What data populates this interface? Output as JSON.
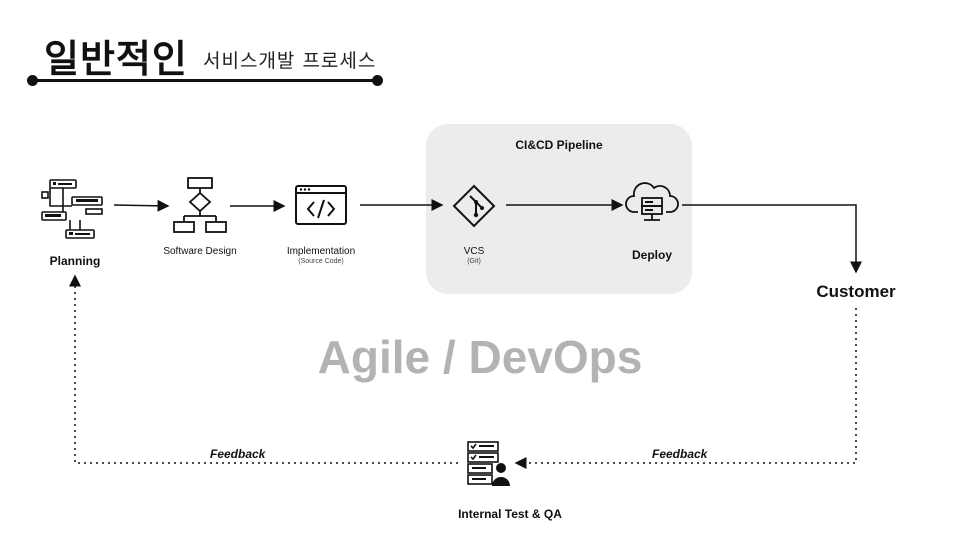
{
  "header": {
    "title": "일반적인",
    "subtitle": "서비스개발 프로세스"
  },
  "pipeline": {
    "title": "CI&CD Pipeline"
  },
  "steps": {
    "planning": {
      "label": "Planning",
      "icon": "planning-flowchart-icon"
    },
    "software_design": {
      "label": "Software Design",
      "icon": "flowchart-icon"
    },
    "implementation": {
      "label": "Implementation",
      "sublabel": "(Source Code)",
      "icon": "code-window-icon"
    },
    "vcs": {
      "label": "VCS",
      "sublabel": "(Git)",
      "icon": "git-icon"
    },
    "deploy": {
      "label": "Deploy",
      "icon": "cloud-server-icon"
    },
    "customer": {
      "label": "Customer"
    },
    "internal_test": {
      "label": "Internal Test & QA",
      "icon": "tester-icon"
    }
  },
  "watermark": "Agile / DevOps",
  "feedback": {
    "left": "Feedback",
    "right": "Feedback"
  },
  "colors": {
    "ink": "#111111",
    "pipeline_bg": "#ececec",
    "watermark": "#b3b3b3"
  }
}
